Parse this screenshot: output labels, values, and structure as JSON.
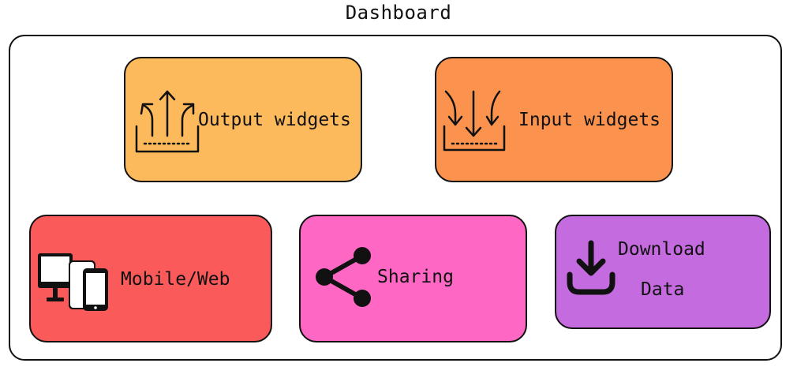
{
  "title": "Dashboard",
  "cards": {
    "output": {
      "label": "Output widgets",
      "color": "#FDBA5C"
    },
    "input": {
      "label": "Input widgets",
      "color": "#FB934E"
    },
    "mobile": {
      "label": "Mobile/Web",
      "color": "#FA5A5A"
    },
    "sharing": {
      "label": "Sharing",
      "color": "#FE68C4"
    },
    "download": {
      "label_line1": "Download",
      "label_line2": "Data",
      "color": "#C56BE0"
    }
  },
  "icons": {
    "output": "output-arrows-icon",
    "input": "input-arrows-icon",
    "mobile": "devices-icon",
    "sharing": "share-icon",
    "download": "download-icon"
  }
}
